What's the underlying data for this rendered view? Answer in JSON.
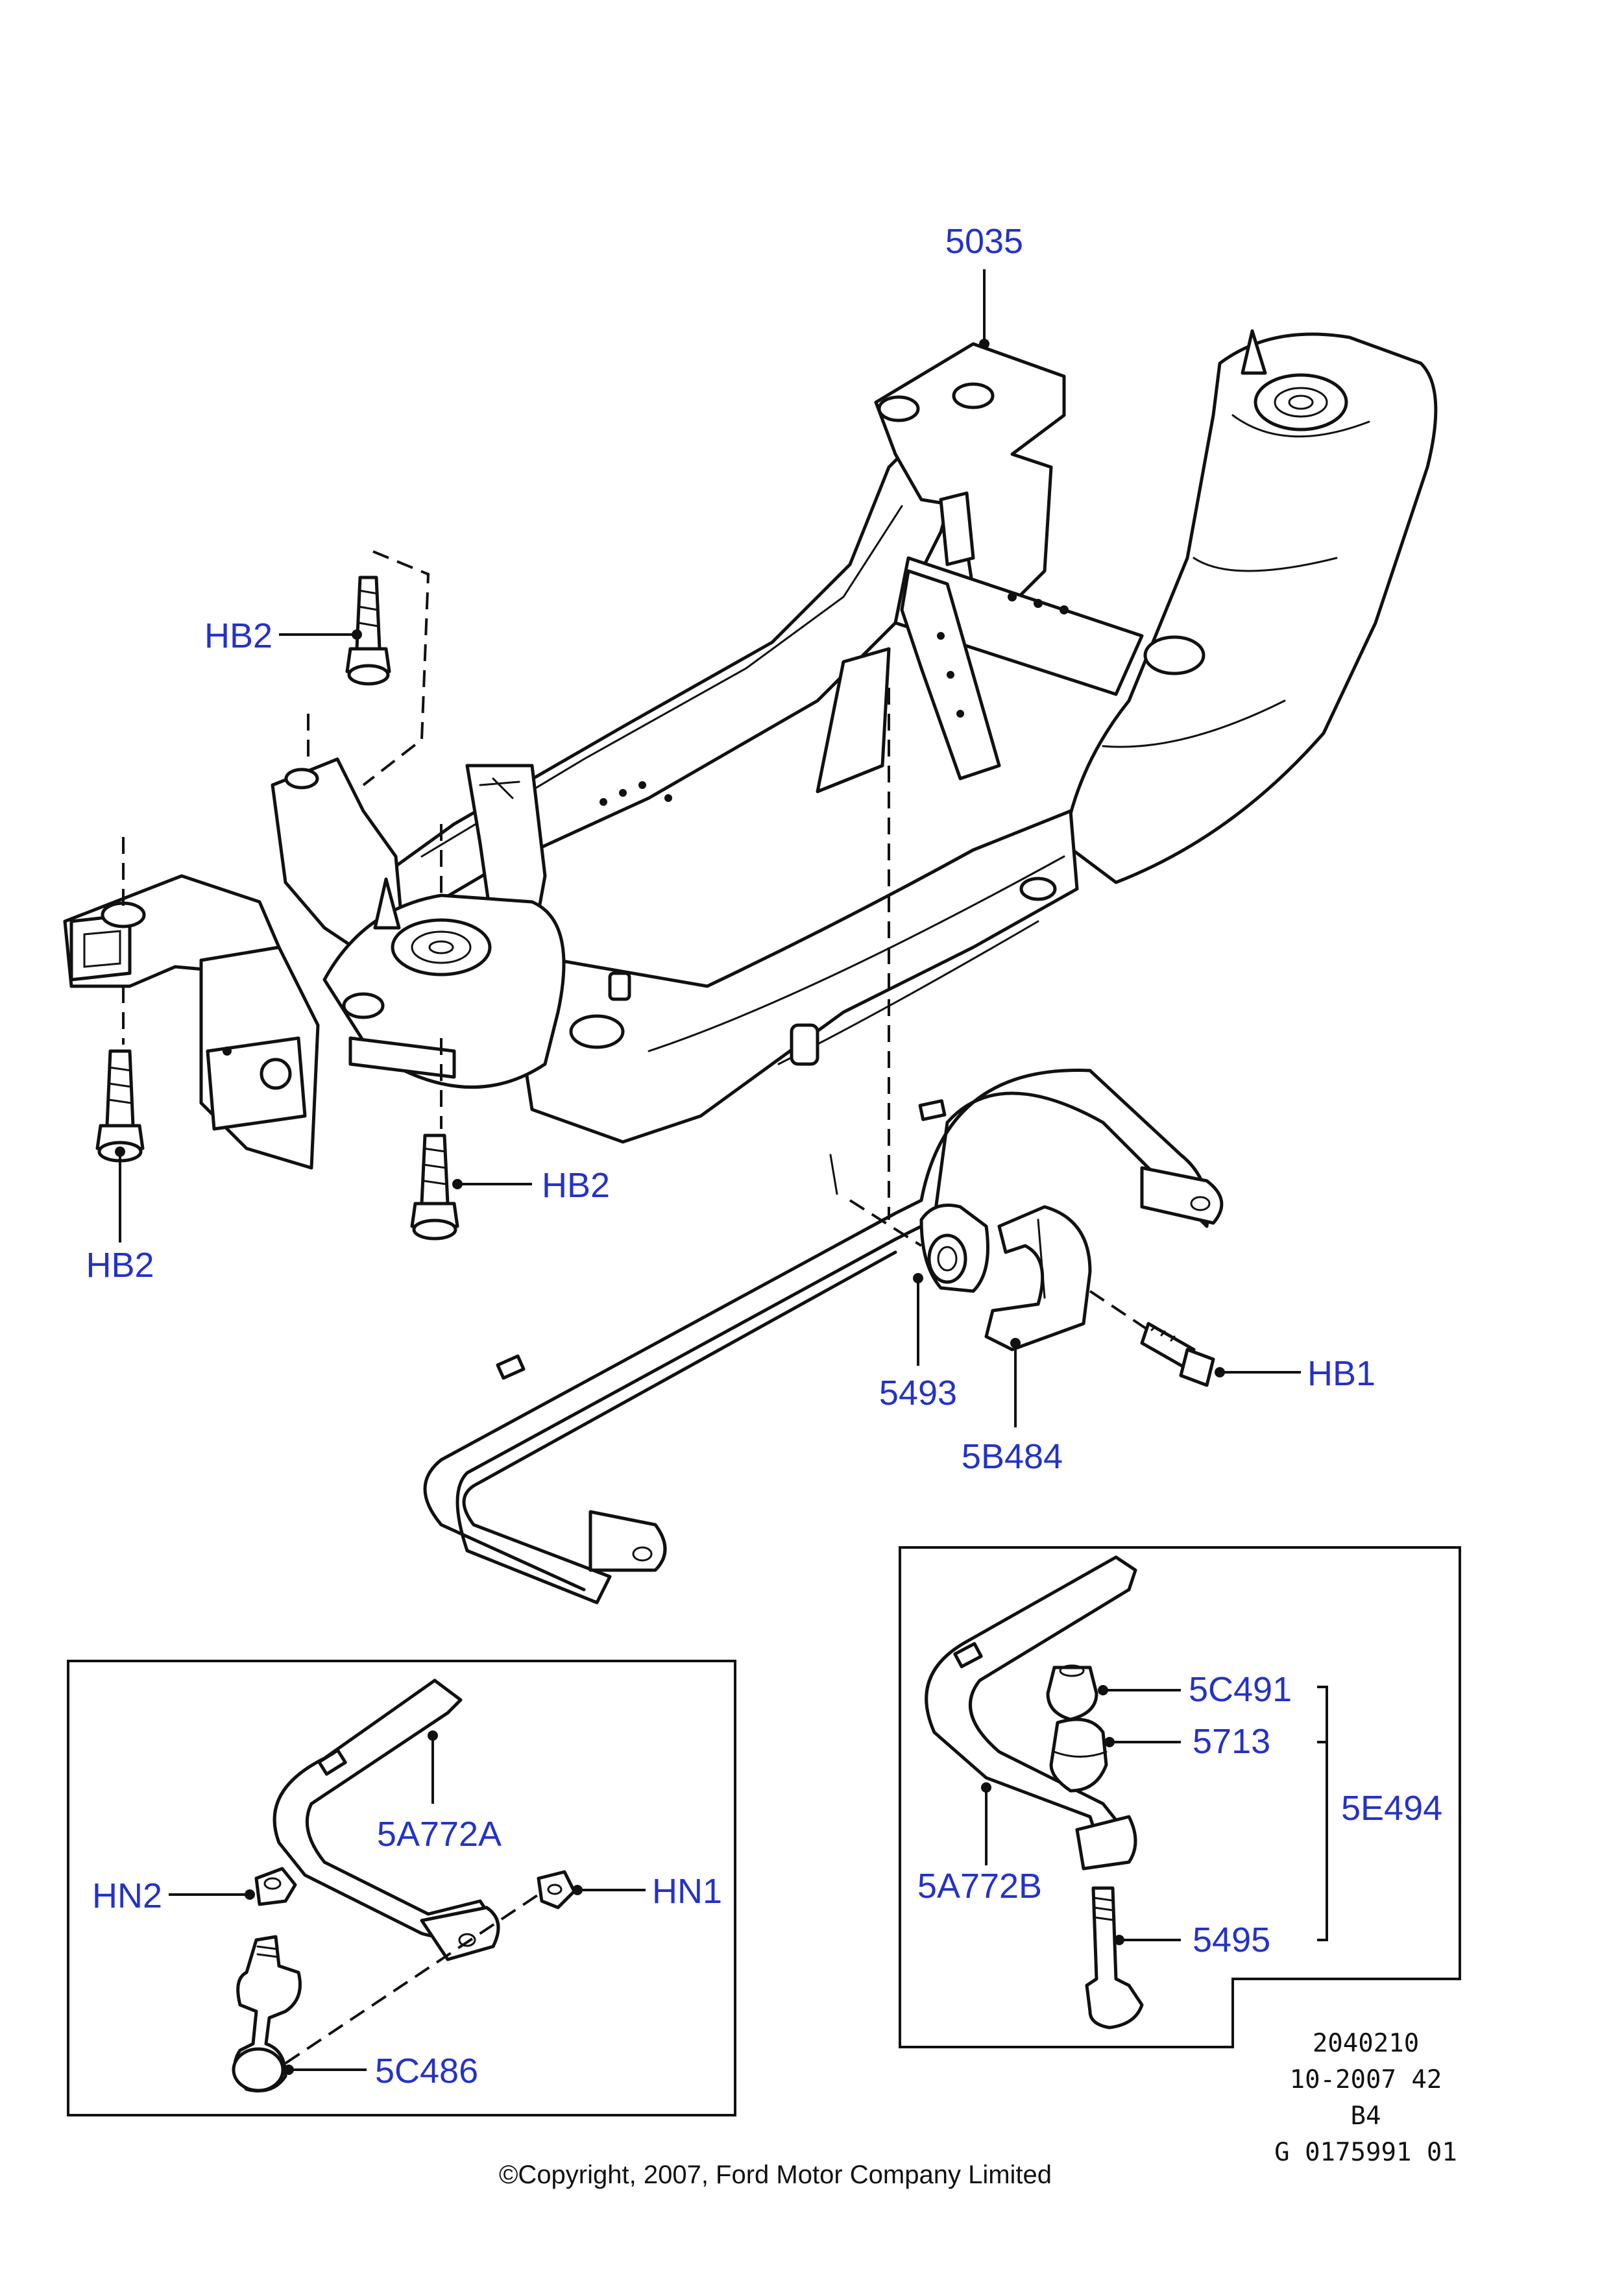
{
  "colors": {
    "label": "#2432c8",
    "ink": "#111111",
    "background": "#ffffff"
  },
  "labels": {
    "crossmember": "5035",
    "hb2_top": "HB2",
    "hb2_left": "HB2",
    "hb2_center": "HB2",
    "hb1": "HB1",
    "bush": "5493",
    "clamp": "5B484",
    "bar_left": "5A772A",
    "hn2": "HN2",
    "hn1": "HN1",
    "link_left": "5C486",
    "nut_right": "5C491",
    "insulator": "5713",
    "link_kit": "5E494",
    "bar_right": "5A772B",
    "bolt_right": "5495"
  },
  "meta": {
    "line1": "2040210",
    "line2": "10-2007 42",
    "line3": "B4",
    "line4": "G 0175991 01"
  },
  "copyright": "©Copyright, 2007, Ford Motor Company Limited"
}
